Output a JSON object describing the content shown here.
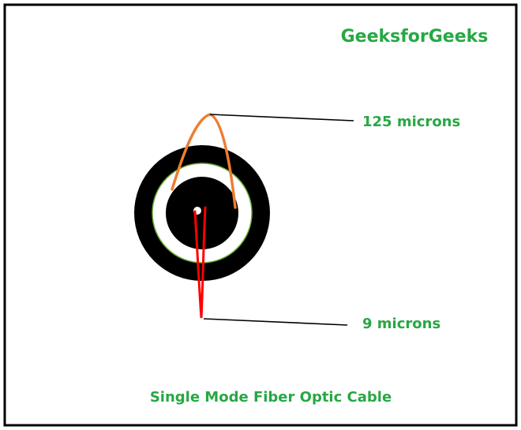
{
  "brand": "GeeksforGeeks",
  "labels": {
    "outer": "125 microns",
    "core": "9 microns"
  },
  "caption": "Single Mode Fiber Optic Cable",
  "colors": {
    "brand_green": "#27a844",
    "border": "#000000",
    "jacket": "#000000",
    "cladding": "#ffffff",
    "cladding_edge": "#6fae3a",
    "core_fill": "#000000",
    "core_center": "#ffffff",
    "outer_indicator": "#ed7d31",
    "core_indicator": "#ff0000",
    "leader_line": "#000000"
  }
}
